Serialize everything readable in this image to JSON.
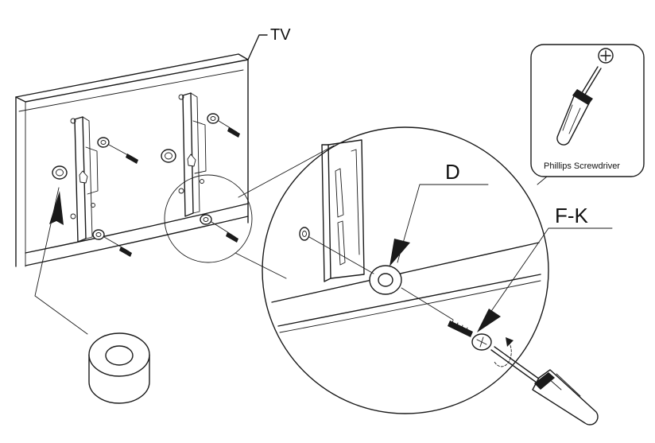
{
  "labels": {
    "tv": "TV",
    "washer": "D",
    "screws": "F-K",
    "tool": "Phillips Screwdriver"
  }
}
